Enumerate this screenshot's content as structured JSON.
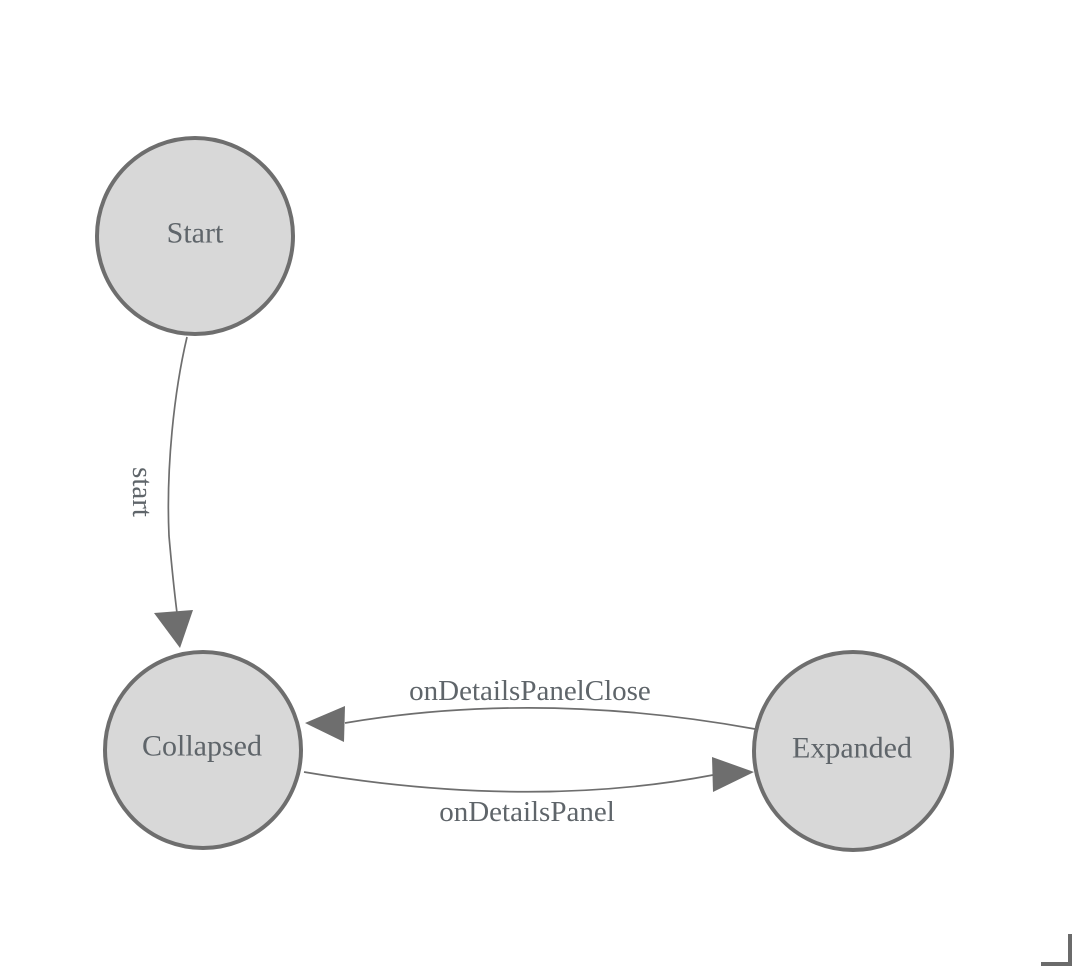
{
  "diagram": {
    "type": "state-machine",
    "nodes": [
      {
        "id": "start",
        "label": "Start"
      },
      {
        "id": "collapsed",
        "label": "Collapsed"
      },
      {
        "id": "expanded",
        "label": "Expanded"
      }
    ],
    "edges": [
      {
        "from": "start",
        "to": "collapsed",
        "label": "start"
      },
      {
        "from": "expanded",
        "to": "collapsed",
        "label": "onDetailsPanelClose"
      },
      {
        "from": "collapsed",
        "to": "expanded",
        "label": "onDetailsPanel"
      }
    ],
    "colors": {
      "background": "#ffffff",
      "node_fill": "#d8d8d8",
      "node_stroke": "#6e6e6e",
      "edge_stroke": "#6e6e6e",
      "text": "#5f656a",
      "scrollbar_thumb": "#6b6b6b"
    }
  }
}
